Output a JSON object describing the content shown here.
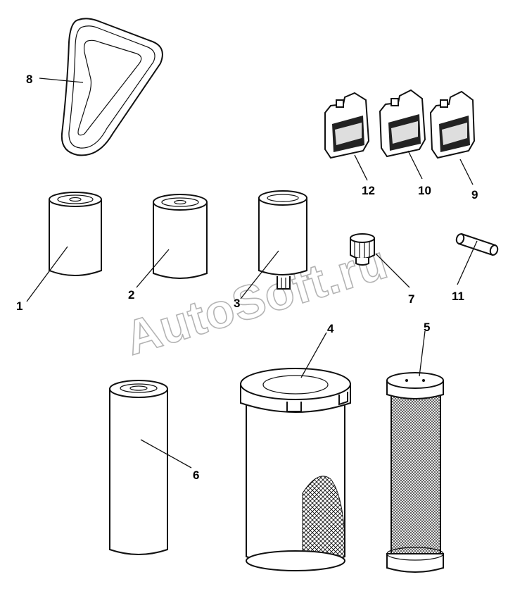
{
  "watermark": "AutoSoft.ru",
  "callouts": [
    {
      "id": "1",
      "label": "1",
      "part": "oil-filter"
    },
    {
      "id": "2",
      "label": "2",
      "part": "fuel-filter"
    },
    {
      "id": "3",
      "label": "3",
      "part": "fuel-water-separator"
    },
    {
      "id": "4",
      "label": "4",
      "part": "air-filter-outer"
    },
    {
      "id": "5",
      "label": "5",
      "part": "air-filter-inner"
    },
    {
      "id": "6",
      "label": "6",
      "part": "hydraulic-filter"
    },
    {
      "id": "7",
      "label": "7",
      "part": "breather-cap"
    },
    {
      "id": "8",
      "label": "8",
      "part": "drive-belt"
    },
    {
      "id": "9",
      "label": "9",
      "part": "oil-canister"
    },
    {
      "id": "10",
      "label": "10",
      "part": "oil-canister"
    },
    {
      "id": "11",
      "label": "11",
      "part": "pin"
    },
    {
      "id": "12",
      "label": "12",
      "part": "oil-canister"
    }
  ]
}
